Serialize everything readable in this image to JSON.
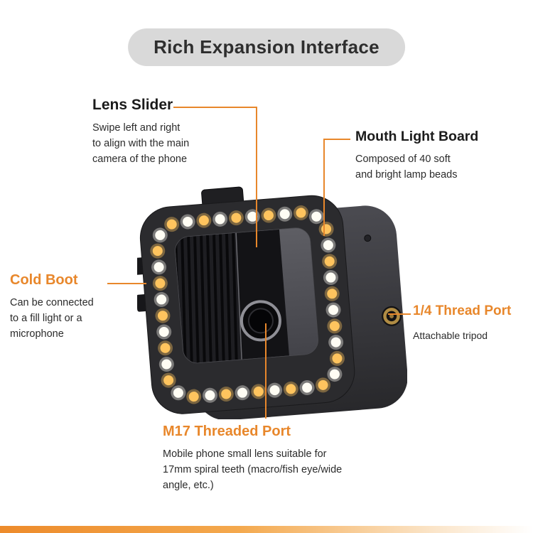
{
  "title": "Rich Expansion Interface",
  "callouts": {
    "lens_slider": {
      "heading": "Lens Slider",
      "body": "Swipe left and right\nto align with the main\ncamera of the phone"
    },
    "mouth_light_board": {
      "heading": "Mouth Light Board",
      "body": "Composed of 40 soft\nand bright lamp beads"
    },
    "cold_boot": {
      "heading": "Cold Boot",
      "body": "Can be connected\nto a fill light or a\nmicrophone"
    },
    "quarter_thread_port": {
      "heading": "1/4 Thread Port",
      "body": "Attachable tripod"
    },
    "m17_threaded_port": {
      "heading": "M17 Threaded Port",
      "body": "Mobile phone small lens suitable for\n17mm spiral teeth (macro/fish eye/wide\nangle, etc.)"
    }
  },
  "device": {
    "name": "phone-cage-with-led-ring-light",
    "led_count": 40,
    "led_colors": [
      "#FFFDF4",
      "#FFC45E"
    ]
  },
  "colors": {
    "accent_orange": "#E8872B",
    "title_pill_bg": "#D9D9D9",
    "heading_dark": "#1B1B1B",
    "body_text": "#2B2B2B",
    "footer_gradient_start": "#ED8B2B",
    "footer_gradient_end": "#FFFFFF"
  }
}
